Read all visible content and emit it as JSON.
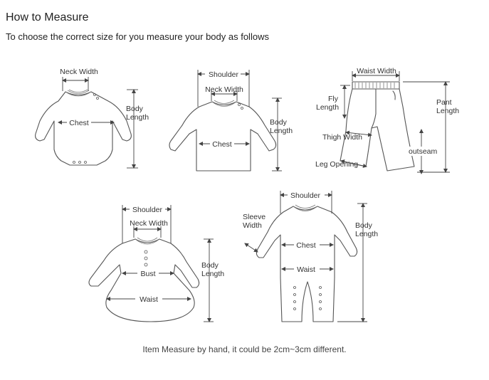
{
  "header": {
    "title": "How to Measure",
    "subtitle": "To choose the correct size for you measure your body as follows"
  },
  "footer": {
    "note": "Item Measure by hand, it could be 2cm~3cm different."
  },
  "bodysuit": {
    "neck_width": "Neck Width",
    "chest": "Chest",
    "body_length_1": "Body",
    "body_length_2": "Length"
  },
  "shirt": {
    "shoulder": "Shoulder",
    "neck_width": "Neck Width",
    "chest": "Chest",
    "body_length_1": "Body",
    "body_length_2": "Length"
  },
  "pants": {
    "waist_width": "Waist Width",
    "fly_length_1": "Fly",
    "fly_length_2": "Length",
    "pant_length_1": "Pant",
    "pant_length_2": "Length",
    "thigh_width": "Thigh Width",
    "outseam": "outseam",
    "leg_opening": "Leg Opening"
  },
  "dress": {
    "shoulder": "Shoulder",
    "neck_width": "Neck Width",
    "bust": "Bust",
    "waist": "Waist",
    "body_length_1": "Body",
    "body_length_2": "Length"
  },
  "romper": {
    "shoulder": "Shoulder",
    "sleeve_width_1": "Sleeve",
    "sleeve_width_2": "Width",
    "chest": "Chest",
    "waist": "Waist",
    "body_length_1": "Body",
    "body_length_2": "Length"
  }
}
